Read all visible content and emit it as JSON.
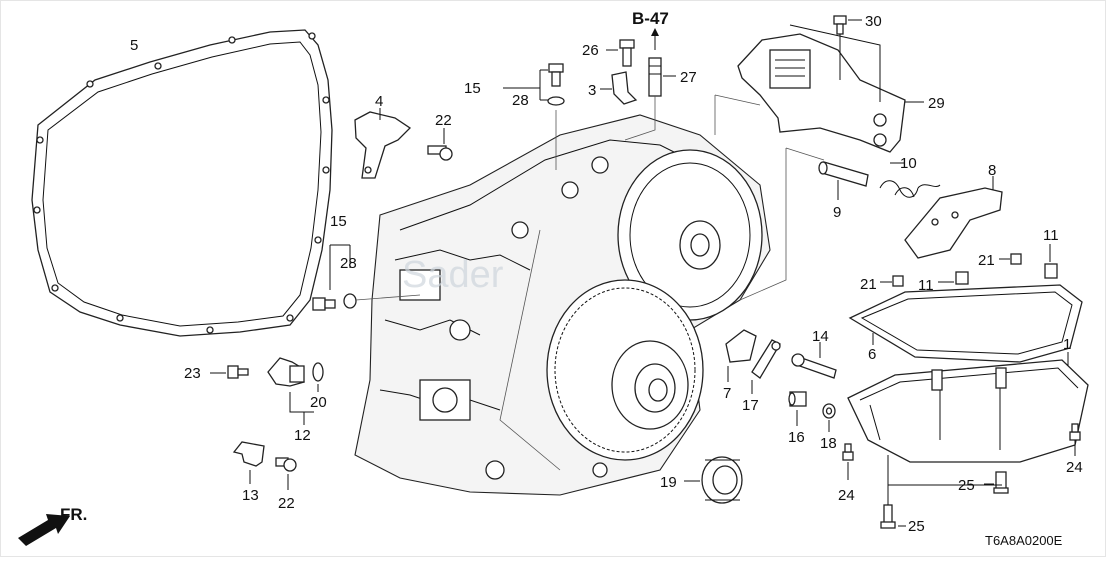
{
  "diagram": {
    "reference_label": "B-47",
    "diagram_code": "T6A8A0200E",
    "front_label": "FR.",
    "watermark": "Sader",
    "callouts": [
      {
        "id": "c1",
        "label": "1"
      },
      {
        "id": "c3",
        "label": "3"
      },
      {
        "id": "c4",
        "label": "4"
      },
      {
        "id": "c5",
        "label": "5"
      },
      {
        "id": "c6",
        "label": "6"
      },
      {
        "id": "c7",
        "label": "7"
      },
      {
        "id": "c8",
        "label": "8"
      },
      {
        "id": "c9",
        "label": "9"
      },
      {
        "id": "c10",
        "label": "10"
      },
      {
        "id": "c11a",
        "label": "11"
      },
      {
        "id": "c11b",
        "label": "11"
      },
      {
        "id": "c12",
        "label": "12"
      },
      {
        "id": "c13",
        "label": "13"
      },
      {
        "id": "c14",
        "label": "14"
      },
      {
        "id": "c15a",
        "label": "15"
      },
      {
        "id": "c15b",
        "label": "15"
      },
      {
        "id": "c16",
        "label": "16"
      },
      {
        "id": "c17",
        "label": "17"
      },
      {
        "id": "c18",
        "label": "18"
      },
      {
        "id": "c19",
        "label": "19"
      },
      {
        "id": "c20",
        "label": "20"
      },
      {
        "id": "c21a",
        "label": "21"
      },
      {
        "id": "c21b",
        "label": "21"
      },
      {
        "id": "c22a",
        "label": "22"
      },
      {
        "id": "c22b",
        "label": "22"
      },
      {
        "id": "c23",
        "label": "23"
      },
      {
        "id": "c24a",
        "label": "24"
      },
      {
        "id": "c24b",
        "label": "24"
      },
      {
        "id": "c25a",
        "label": "25"
      },
      {
        "id": "c25b",
        "label": "25"
      },
      {
        "id": "c26",
        "label": "26"
      },
      {
        "id": "c27",
        "label": "27"
      },
      {
        "id": "c28a",
        "label": "28"
      },
      {
        "id": "c28b",
        "label": "28"
      },
      {
        "id": "c29",
        "label": "29"
      },
      {
        "id": "c30",
        "label": "30"
      }
    ]
  }
}
